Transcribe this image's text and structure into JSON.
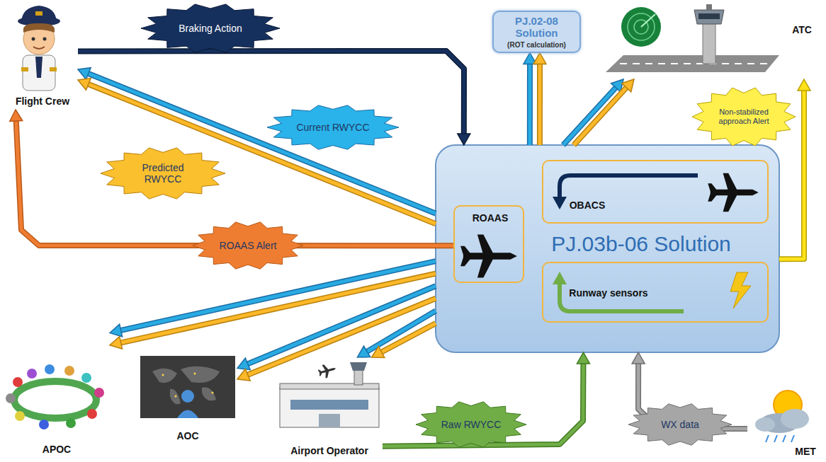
{
  "diagram": {
    "nodes": [
      {
        "text": [
          "Flight Crew"
        ]
      },
      {
        "text": [
          "PJ.02-08 Solution",
          "(ROT calculation)"
        ]
      },
      {
        "text": [
          "ATC"
        ]
      },
      {
        "text": [
          "PJ.03b-06 Solution"
        ]
      },
      {
        "text": [
          "ROAAS"
        ],
        "in": 3
      },
      {
        "text": [
          "OBACS"
        ],
        "in": 3
      },
      {
        "text": [
          "Runway sensors"
        ],
        "in": 3
      },
      {
        "text": [
          "APOC"
        ]
      },
      {
        "text": [
          "AOC"
        ]
      },
      {
        "text": [
          "Airport Operator"
        ]
      },
      {
        "text": [
          "MET"
        ]
      }
    ],
    "edges": [
      {
        "from": 0,
        "to": 3,
        "arrow": "to",
        "label": "Braking Action"
      },
      {
        "from": 3,
        "to": 0,
        "arrow": "to",
        "label": "Current RWYCC"
      },
      {
        "from": 3,
        "to": 0,
        "arrow": "to",
        "label": "Predicted RWYCC"
      },
      {
        "from": 4,
        "to": 0,
        "arrow": "to",
        "label": "ROAAS Alert"
      },
      {
        "from": 3,
        "to": 1,
        "arrow": "to"
      },
      {
        "from": 3,
        "to": 1,
        "arrow": "to"
      },
      {
        "from": 3,
        "to": 2,
        "arrow": "to"
      },
      {
        "from": 3,
        "to": 2,
        "arrow": "to"
      },
      {
        "from": 3,
        "to": 2,
        "arrow": "to",
        "label": "Non-stabilized approach Alert"
      },
      {
        "from": 3,
        "to": 7,
        "arrow": "to"
      },
      {
        "from": 3,
        "to": 7,
        "arrow": "to"
      },
      {
        "from": 3,
        "to": 8,
        "arrow": "to"
      },
      {
        "from": 3,
        "to": 8,
        "arrow": "to"
      },
      {
        "from": 3,
        "to": 9,
        "arrow": "to"
      },
      {
        "from": 3,
        "to": 9,
        "arrow": "to"
      },
      {
        "from": 9,
        "to": 3,
        "arrow": "to",
        "label": "Raw RWYCC"
      },
      {
        "from": 10,
        "to": 3,
        "arrow": "to",
        "label": "WX data"
      }
    ]
  }
}
